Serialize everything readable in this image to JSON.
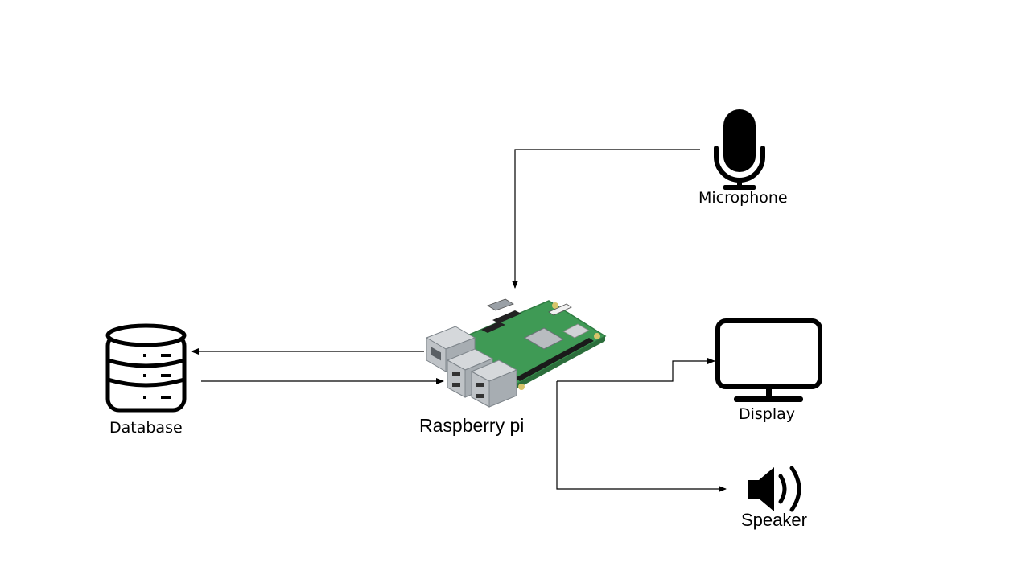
{
  "nodes": {
    "microphone": {
      "label": "Microphone",
      "icon": "microphone-icon"
    },
    "raspberry_pi": {
      "label": "Raspberry pi",
      "icon": "raspberry-pi-board-image"
    },
    "database": {
      "label": "Database",
      "icon": "database-icon"
    },
    "display": {
      "label": "Display",
      "icon": "monitor-icon"
    },
    "speaker": {
      "label": "Speaker",
      "icon": "speaker-icon"
    }
  },
  "edges": [
    {
      "from": "Microphone",
      "to": "Raspberry pi"
    },
    {
      "from": "Raspberry pi",
      "to": "Database"
    },
    {
      "from": "Database",
      "to": "Raspberry pi"
    },
    {
      "from": "Raspberry pi",
      "to": "Display"
    },
    {
      "from": "Raspberry pi",
      "to": "Speaker"
    }
  ],
  "colors": {
    "line": "#000000",
    "icon": "#000000",
    "board_green": "#3f9a55",
    "board_green_dark": "#2f7c42",
    "metal": "#c9cdd1",
    "metal_dark": "#8e959b"
  }
}
